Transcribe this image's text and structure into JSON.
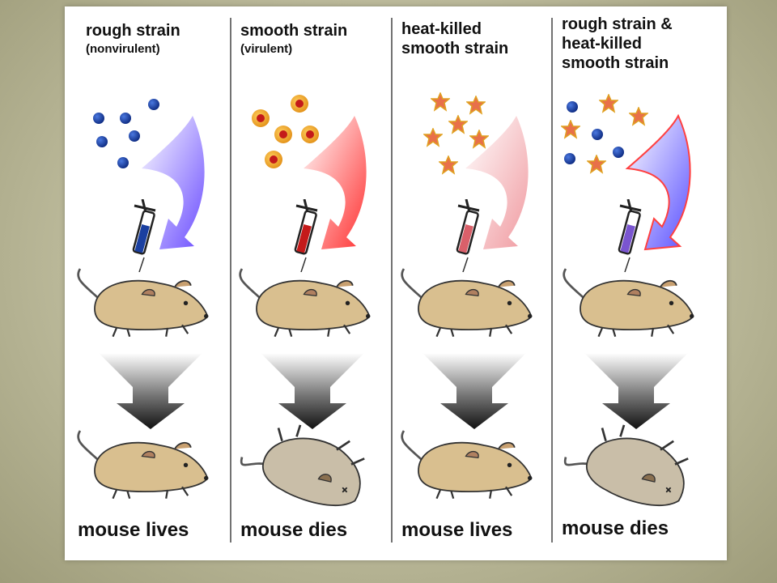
{
  "panels": [
    {
      "title": "rough strain",
      "subtitle": "(nonvirulent)",
      "result": "mouse lives"
    },
    {
      "title": "smooth strain",
      "subtitle": "(virulent)",
      "result": "mouse dies"
    },
    {
      "title": "heat-killed\nsmooth strain",
      "subtitle": "",
      "result": "mouse lives"
    },
    {
      "title": "rough strain &\nheat-killed\nsmooth strain",
      "subtitle": "",
      "result": "mouse dies"
    }
  ],
  "colors": {
    "rough_bacteria": "#1a3fa0",
    "smooth_bacteria": "#e6a020",
    "smooth_core": "#c41a1a",
    "heat_killed": "#e8704a",
    "mouse_alive": "#d9bf8f",
    "mouse_dead": "#c9bea8"
  }
}
